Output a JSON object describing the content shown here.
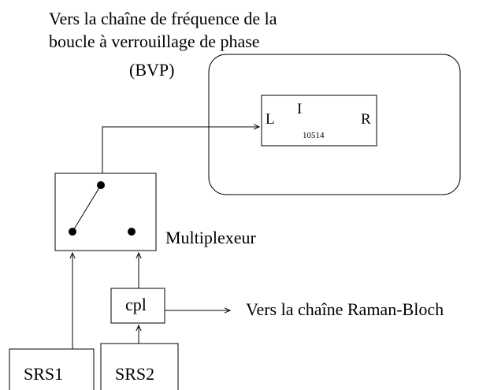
{
  "header": {
    "line1": "Vers la chaîne de fréquence de la",
    "line2": "boucle à verrouillage de phase",
    "line3": "(BVP)"
  },
  "mixer": {
    "left_label": "L",
    "center_label": "I",
    "right_label": "R",
    "model": "10514"
  },
  "multiplexer": {
    "label": "Multiplexeur"
  },
  "coupler": {
    "label": "cpl",
    "output_label": "Vers la chaîne Raman-Bloch"
  },
  "sources": {
    "srs1": "SRS1",
    "srs2": "SRS2"
  }
}
